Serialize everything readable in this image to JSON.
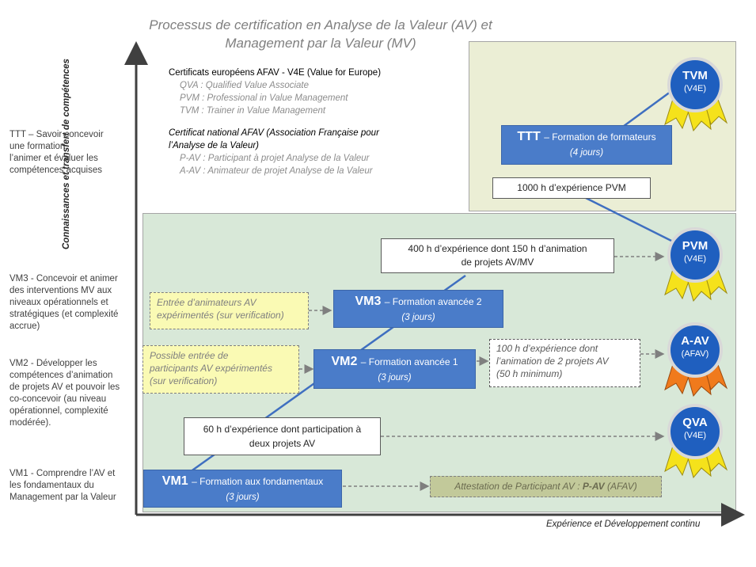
{
  "title_line1": "Processus de certification en Analyse de la Valeur (AV) et",
  "title_line2": "Management par la Valeur (MV)",
  "axis_y": "Connaissances et transfert de compétences",
  "axis_x": "Expérience et Développement continu",
  "legend": {
    "euro_header": "Certificats européens AFAV - V4E (Value for Europe)",
    "euro_items": [
      "QVA : Qualified Value Associate",
      "PVM : Professional in Value Management",
      "TVM : Trainer in Value Management"
    ],
    "nat_header_1": "Certificat national AFAV (Association Française pour",
    "nat_header_2": "l’Analyse de la Valeur)",
    "nat_items": [
      "P-AV : Participant à projet Analyse de la Valeur",
      "A-AV : Animateur de projet Analyse de la Valeur"
    ]
  },
  "left": {
    "ttt": [
      "TTT – Savoir concevoir",
      "une formation,",
      "l’animer et évaluer les",
      "compétences acquises"
    ],
    "vm3": [
      "VM3 - Concevoir et animer",
      "des interventions MV aux",
      "niveaux opérationnels et",
      "stratégiques (et complexité",
      "accrue)"
    ],
    "vm2": [
      "VM2 - Développer les",
      "compétences d’animation",
      "de projets AV et pouvoir les",
      "co-concevoir (au niveau",
      "opérationnel, complexité",
      "modérée)."
    ],
    "vm1": [
      "VM1 - Comprendre l’AV et",
      "les fondamentaux du",
      "Management par la Valeur"
    ]
  },
  "trainings": {
    "ttt": {
      "code": "TTT",
      "label": "– Formation de formateurs",
      "sub": "(4 jours)"
    },
    "vm3": {
      "code": "VM3",
      "label": "– Formation avancée 2",
      "sub": "(3 jours)"
    },
    "vm2": {
      "code": "VM2",
      "label": "– Formation avancée 1",
      "sub": "(3 jours)"
    },
    "vm1": {
      "code": "VM1",
      "label": "– Formation aux fondamentaux",
      "sub": "(3 jours)"
    }
  },
  "experience": {
    "pvm_1000": "1000 h d’expérience PVM",
    "h400_1": "400 h d’expérience dont 150 h d’animation",
    "h400_2": "de projets AV/MV",
    "h100_1": "100 h d’expérience dont",
    "h100_2": "l’animation de 2 projets AV",
    "h100_3": "(50 h minimum)",
    "h60_1": "60 h d’expérience dont participation à",
    "h60_2": "deux projets AV"
  },
  "entries": {
    "vm3_1": "Entrée d’animateurs AV",
    "vm3_2": "expérimentés (sur verification)",
    "vm2_1": "Possible entrée de",
    "vm2_2": "participants AV expérimentés",
    "vm2_3": "(sur verification)"
  },
  "attestation": {
    "prefix": "Attestation de Participant AV : ",
    "code": "P-AV",
    "suffix": " (AFAV)"
  },
  "medals": {
    "tvm": {
      "code": "TVM",
      "org": "(V4E)",
      "ribbon": "#f5e21b",
      "color": "#1f5fbf"
    },
    "pvm": {
      "code": "PVM",
      "org": "(V4E)",
      "ribbon": "#f5e21b",
      "color": "#1f5fbf"
    },
    "aav": {
      "code": "A-AV",
      "org": "(AFAV)",
      "ribbon": "#f07a1c",
      "color": "#1f5fbf"
    },
    "qva": {
      "code": "QVA",
      "org": "(V4E)",
      "ribbon": "#f5e21b",
      "color": "#1f5fbf"
    }
  }
}
